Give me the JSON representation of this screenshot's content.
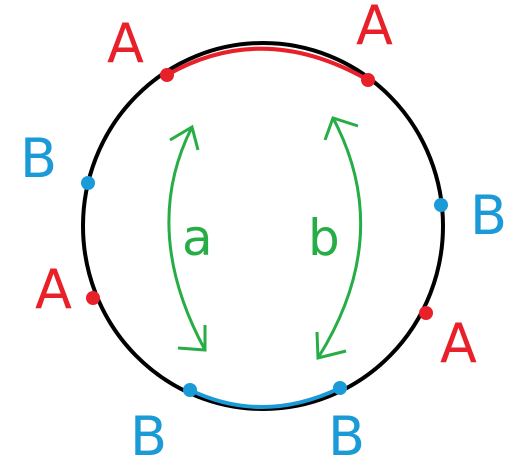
{
  "colors": {
    "circle": "#000000",
    "point_a": "#e8202a",
    "point_b": "#1a9ad6",
    "arrow": "#27ad45"
  },
  "points": [
    {
      "id": "top-left",
      "label": "A",
      "group": "A"
    },
    {
      "id": "top-right",
      "label": "A",
      "group": "A"
    },
    {
      "id": "mid-left",
      "label": "B",
      "group": "B"
    },
    {
      "id": "mid-right",
      "label": "B",
      "group": "B"
    },
    {
      "id": "lower-left",
      "label": "A",
      "group": "A"
    },
    {
      "id": "lower-right",
      "label": "A",
      "group": "A"
    },
    {
      "id": "bottom-left",
      "label": "B",
      "group": "B"
    },
    {
      "id": "bottom-right",
      "label": "B",
      "group": "B"
    }
  ],
  "arcs": [
    {
      "id": "top",
      "group": "A"
    },
    {
      "id": "bottom",
      "group": "B"
    }
  ],
  "arrows": [
    {
      "id": "left",
      "label": "a"
    },
    {
      "id": "right",
      "label": "b"
    }
  ]
}
